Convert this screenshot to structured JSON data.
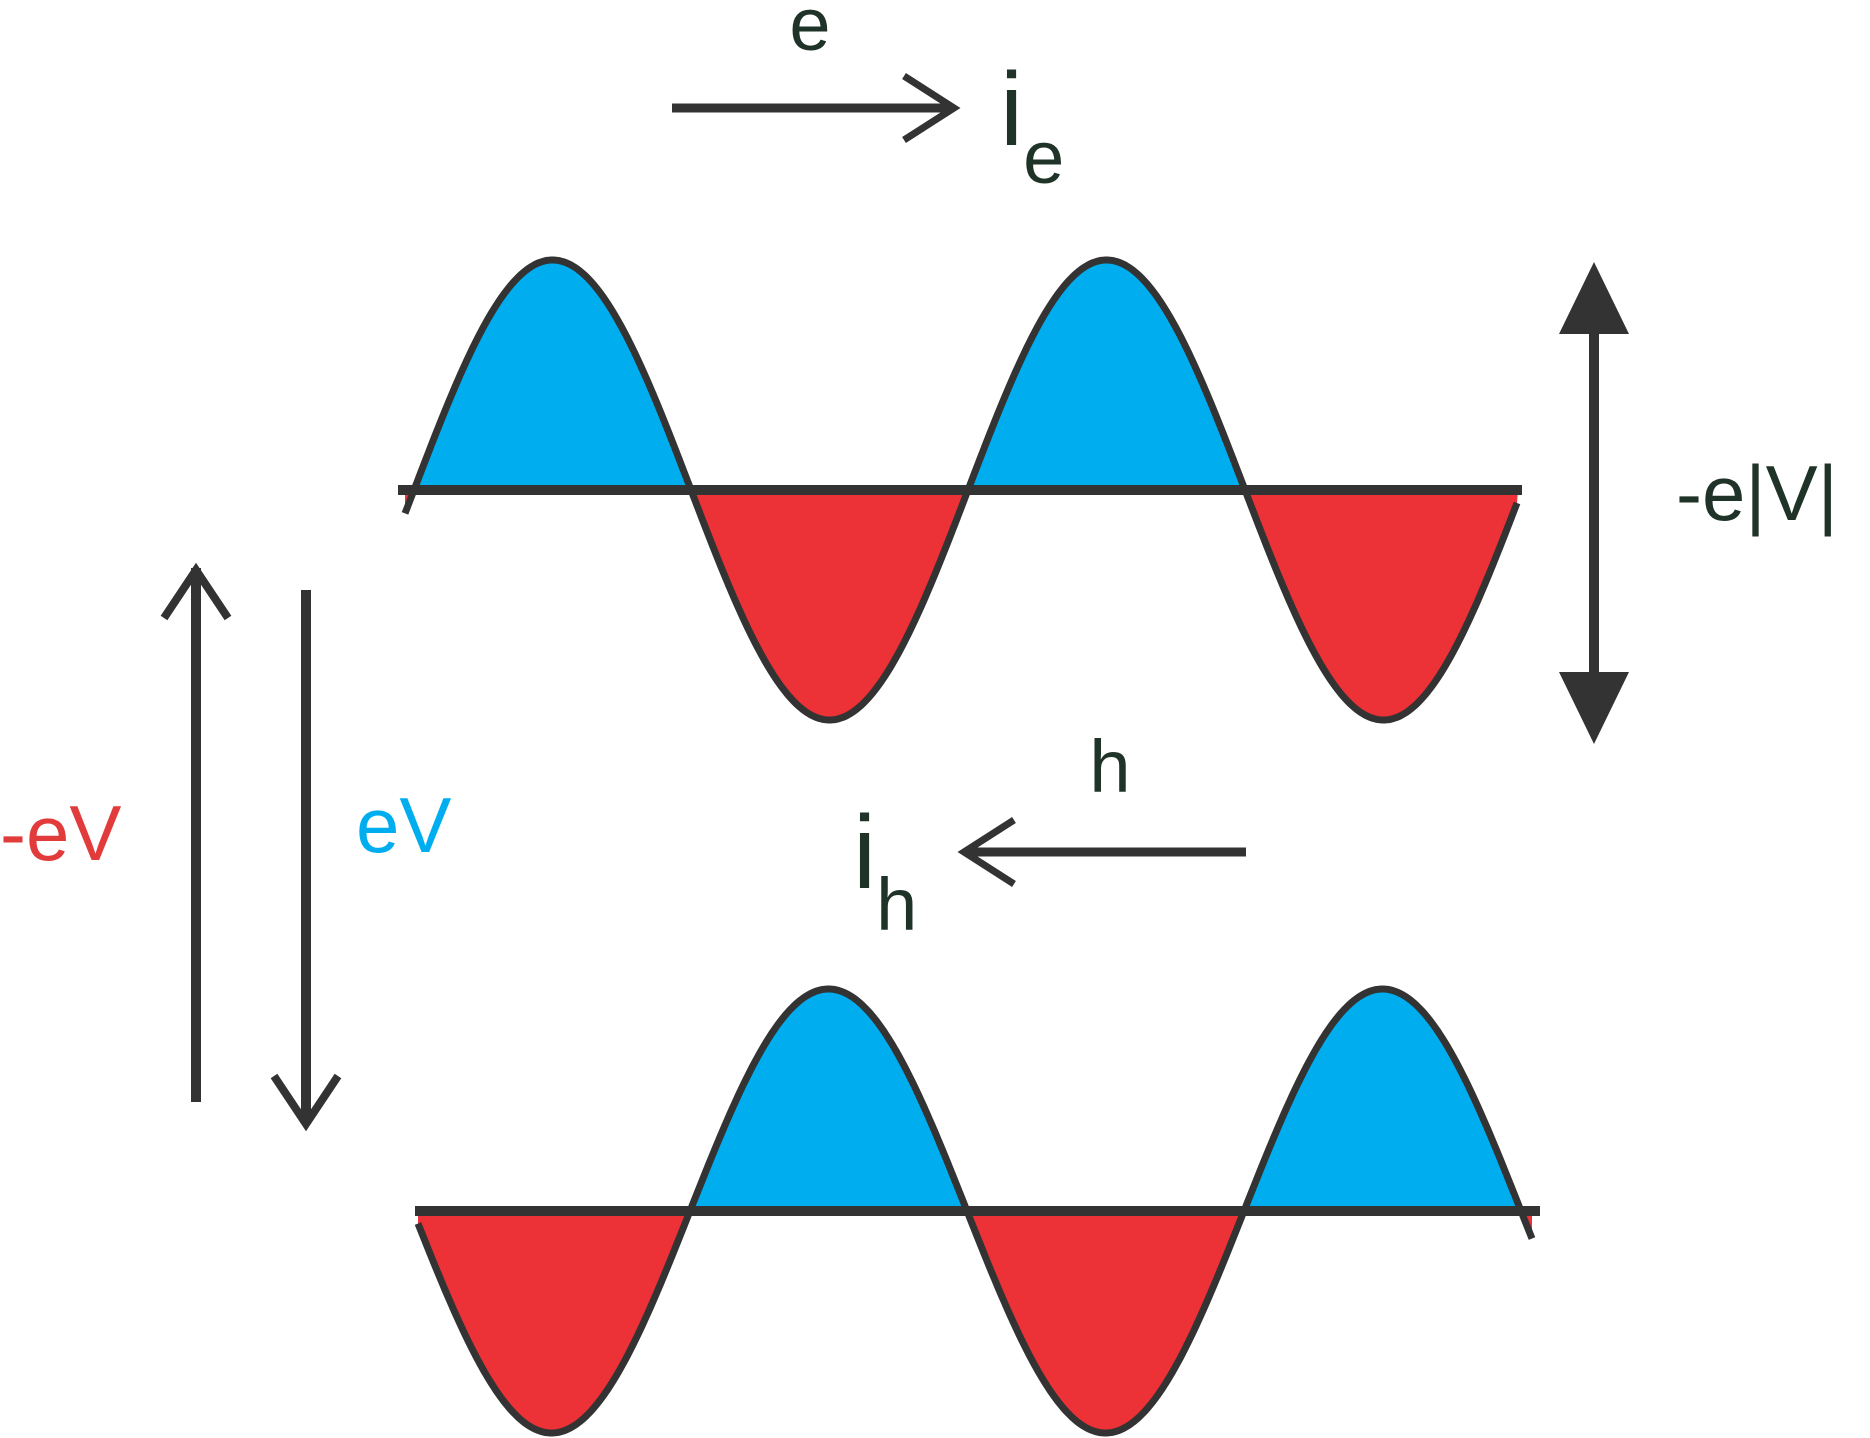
{
  "colors": {
    "electron_lobe": "#00AEEF",
    "hole_lobe": "#EC3137",
    "stroke": "#333333",
    "label_dark": "#1F3328",
    "neg_ev": "#E23B3B",
    "ev": "#00AEEF"
  },
  "labels": {
    "electron": "e",
    "current_e_main": "i",
    "current_e_sub": "e",
    "hole": "h",
    "current_h_main": "i",
    "current_h_sub": "h",
    "energy_gap": "-e|V|",
    "neg_ev": "-eV",
    "ev": "eV"
  }
}
